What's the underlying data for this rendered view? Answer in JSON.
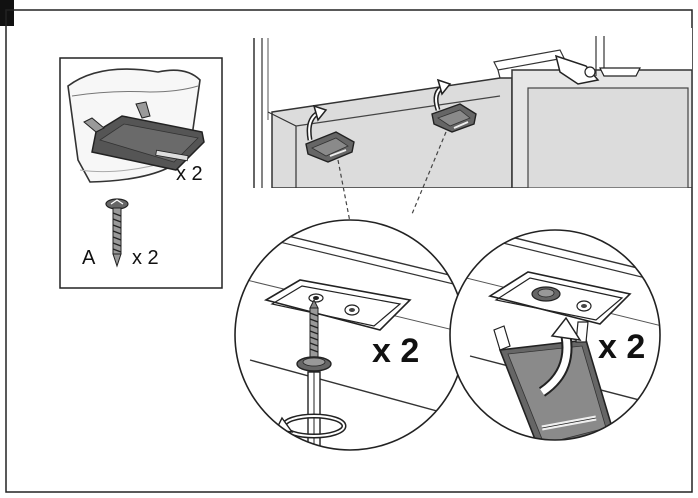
{
  "kit": {
    "bracket_qty": "x 2",
    "screw_letter": "A",
    "screw_qty": "x 2"
  },
  "detail_left": {
    "qty": "x 2"
  },
  "detail_right": {
    "qty": "x 2"
  },
  "colors": {
    "line": "#111111",
    "panel_gray": "#d9d9d9",
    "bracket_dark": "#555555",
    "bracket_mid": "#8a8a8a"
  }
}
